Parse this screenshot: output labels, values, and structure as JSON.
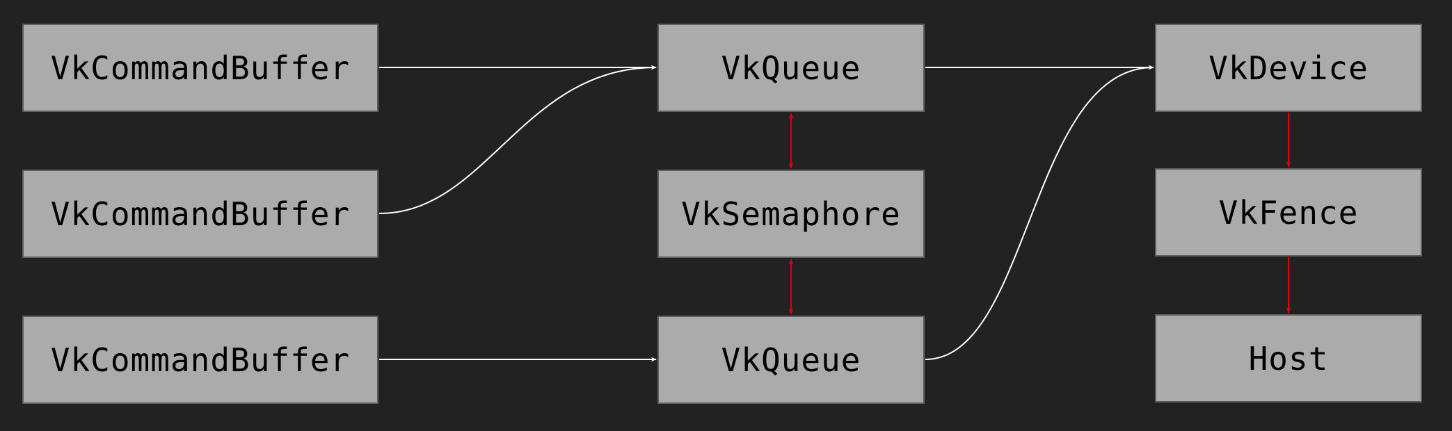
{
  "nodes": {
    "command_buffer_1": "VkCommandBuffer",
    "command_buffer_2": "VkCommandBuffer",
    "command_buffer_3": "VkCommandBuffer",
    "queue_1": "VkQueue",
    "semaphore": "VkSemaphore",
    "queue_2": "VkQueue",
    "device": "VkDevice",
    "fence": "VkFence",
    "host": "Host"
  },
  "edges": [
    {
      "from": "command_buffer_1",
      "to": "queue_1",
      "style": "submit"
    },
    {
      "from": "command_buffer_2",
      "to": "queue_1",
      "style": "submit"
    },
    {
      "from": "command_buffer_3",
      "to": "queue_2",
      "style": "submit"
    },
    {
      "from": "queue_1",
      "to": "device",
      "style": "submit"
    },
    {
      "from": "queue_2",
      "to": "device",
      "style": "submit"
    },
    {
      "from": "queue_1",
      "to": "semaphore",
      "style": "sync-bidirectional"
    },
    {
      "from": "semaphore",
      "to": "queue_2",
      "style": "sync-bidirectional"
    },
    {
      "from": "device",
      "to": "fence",
      "style": "sync"
    },
    {
      "from": "fence",
      "to": "host",
      "style": "sync"
    }
  ],
  "colors": {
    "background": "#222222",
    "node_fill": "#ababab",
    "node_border": "#5f5f5f",
    "text": "#000000",
    "submit_edge": "#ffffff",
    "sync_edge": "#e00000"
  }
}
